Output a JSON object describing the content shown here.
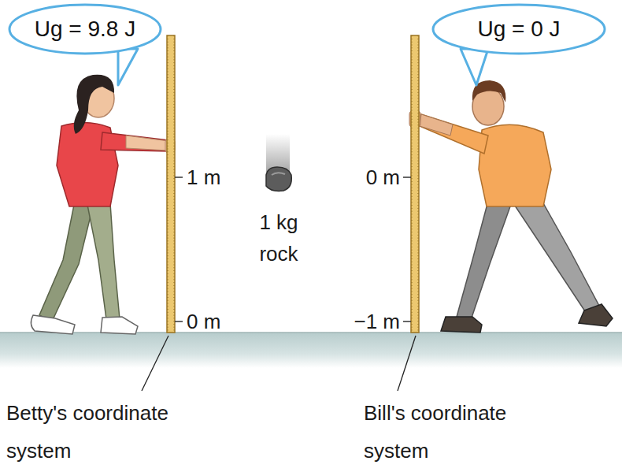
{
  "diagram": {
    "nodes": [
      {
        "text": [
          "Ug = 9.8 J"
        ]
      },
      {
        "text": [
          "Ug = 0 J"
        ]
      }
    ],
    "labels": [
      "1 m",
      "0 m",
      "0 m",
      "−1 m",
      "1 kg rock",
      "Betty's coordinate system",
      "Bill's coordinate system"
    ]
  }
}
